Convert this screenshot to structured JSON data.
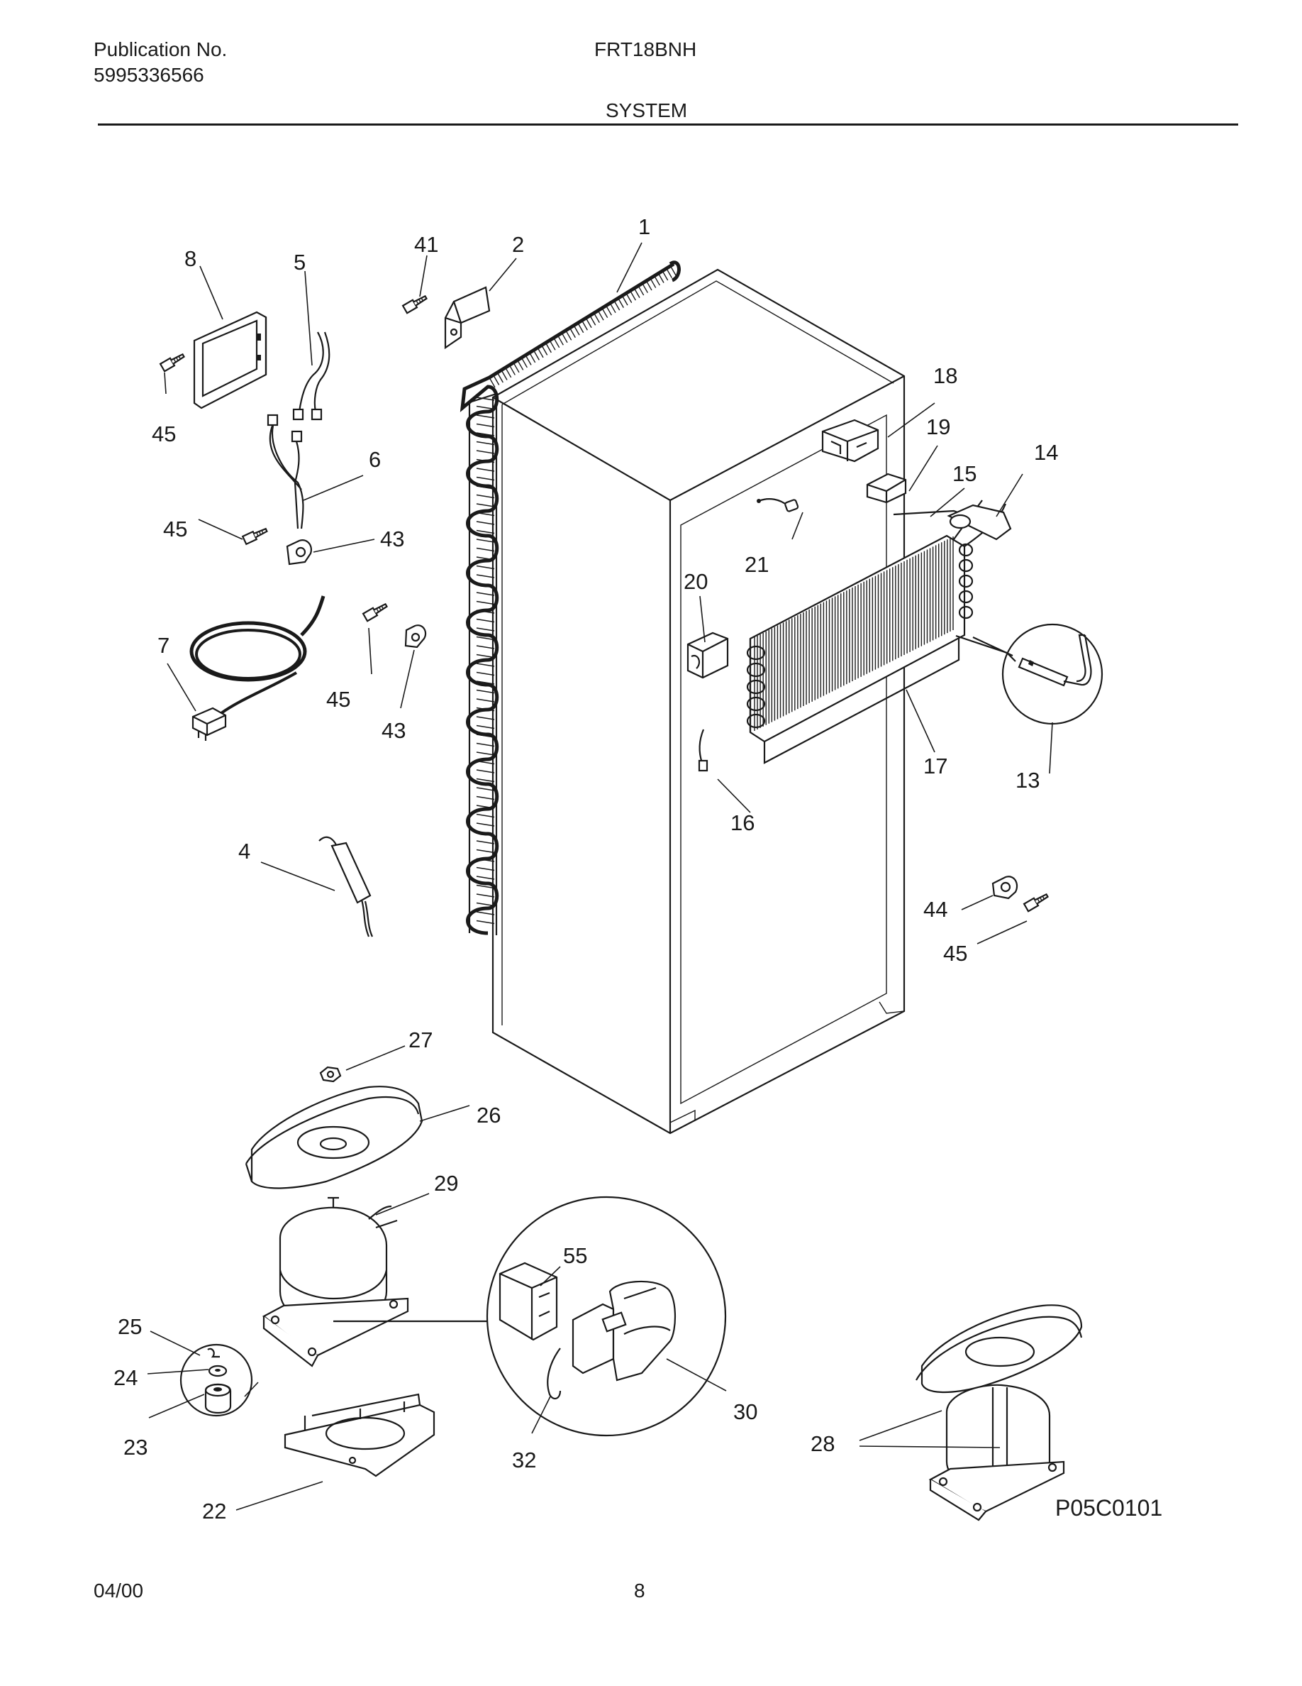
{
  "header": {
    "publication_label": "Publication No.",
    "publication_number": "5995336566",
    "model": "FRT18BNH",
    "section": "SYSTEM"
  },
  "diagram": {
    "callouts": [
      "1",
      "2",
      "4",
      "5",
      "6",
      "7",
      "8",
      "13",
      "14",
      "15",
      "16",
      "17",
      "18",
      "19",
      "20",
      "21",
      "22",
      "23",
      "24",
      "25",
      "26",
      "27",
      "28",
      "29",
      "30",
      "32",
      "41",
      "43",
      "43",
      "44",
      "45",
      "45",
      "45",
      "45",
      "55"
    ],
    "figure_code": "P05C0101"
  },
  "footer": {
    "date": "04/00",
    "page": "8"
  }
}
